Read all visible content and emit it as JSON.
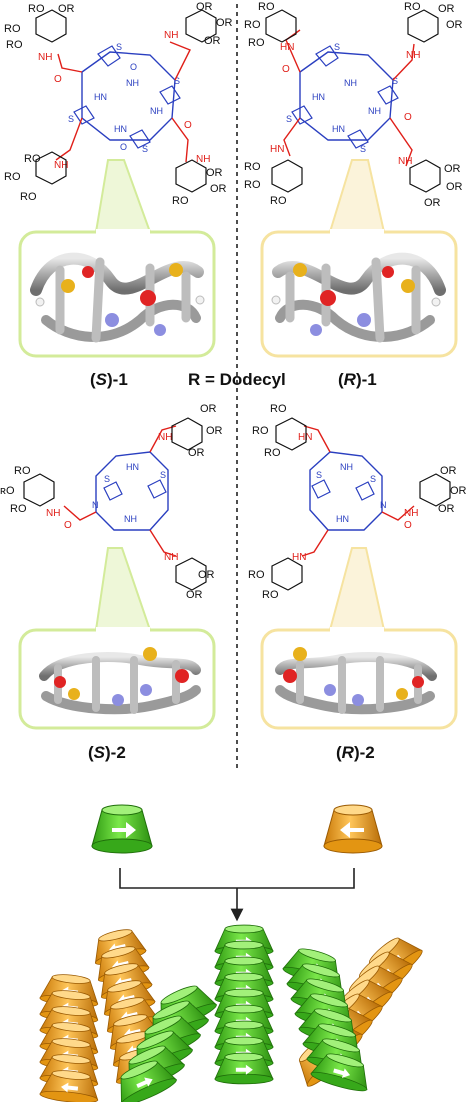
{
  "labels": {
    "s1_prefix": "(",
    "s1_letter": "S",
    "s1_suffix": ")-1",
    "r1_prefix": "(",
    "r1_letter": "R",
    "r1_suffix": ")-1",
    "s2_prefix": "(",
    "s2_letter": "S",
    "s2_suffix": ")-2",
    "r2_prefix": "(",
    "r2_letter": "R",
    "r2_suffix": ")-2",
    "r_definition": "R = Dodecyl"
  },
  "chem_text": {
    "or": "OR",
    "ro": "RO",
    "ro_trunc": "ʀO",
    "nh": "NH",
    "hn": "HN",
    "o": "O",
    "s": "S",
    "n": "N",
    "h": "H"
  },
  "colors": {
    "linker_red": "#e0201a",
    "ring_blue": "#2a3fc0",
    "panel_green": "#d3eb9a",
    "panel_yellow": "#f6e3a0",
    "cone_green": "#5cd62a",
    "cone_orange": "#f5a623",
    "divider": "#222222"
  },
  "icons": [
    "green-cone-icon",
    "orange-cone-icon",
    "helix-stack-icon",
    "arrow-down-icon"
  ]
}
